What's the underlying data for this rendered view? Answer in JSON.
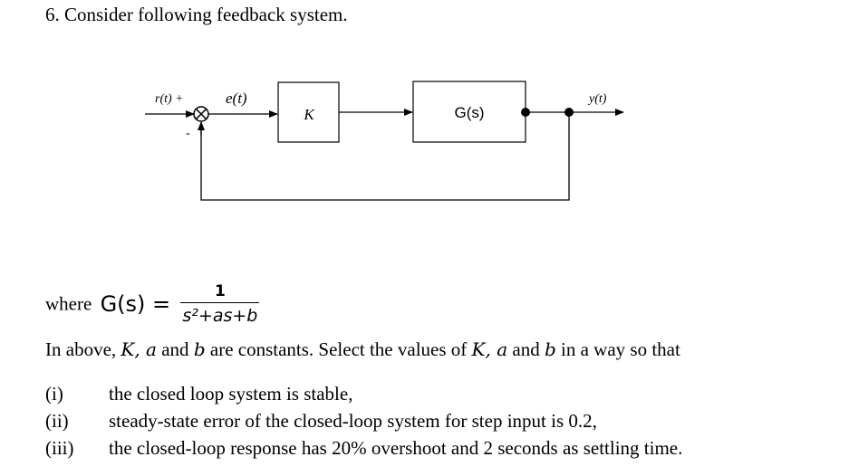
{
  "question": {
    "title": "6.  Consider following feedback system."
  },
  "diagram": {
    "r_label": "r(t) +",
    "e_label": "e(t)",
    "minus_label": "-",
    "k_label": "K",
    "g_label": "G(s)",
    "y_label": "y(t)"
  },
  "equation": {
    "prefix": "where",
    "lhs": "G(s) =",
    "numerator": "1",
    "denominator": "s²+as+b"
  },
  "statement": {
    "part1": "In above, ",
    "vars1": "K, a",
    "part2": " and ",
    "var_b1": "b",
    "part3": " are constants. Select the values of ",
    "vars2": "K, a",
    "part4": " and ",
    "var_b2": "b",
    "part5": " in a way so that"
  },
  "items": [
    {
      "num": "(i)",
      "text": "the closed loop system is stable,"
    },
    {
      "num": "(ii)",
      "text": "steady-state error of the closed-loop system for step input is 0.2,"
    },
    {
      "num": "(iii)",
      "text": "the closed-loop response has 20% overshoot and 2 seconds as settling time."
    }
  ]
}
